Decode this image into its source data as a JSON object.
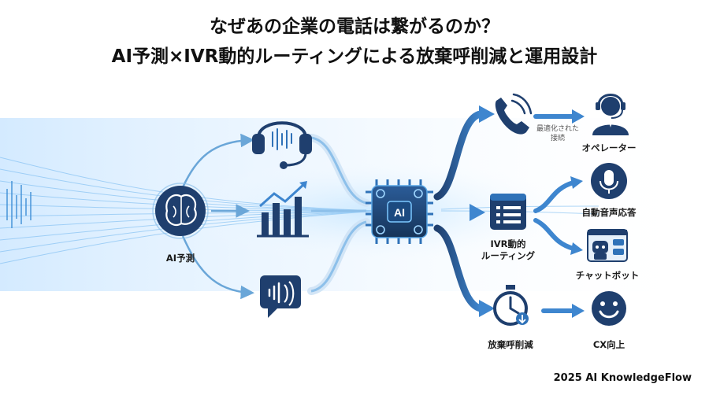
{
  "title": {
    "line1": "なぜあの企業の電話は繋がるのか？",
    "line2": "AI予測×IVR動的ルーティングによる放棄呼削減と運用設計"
  },
  "nodes": {
    "ai_predict": "AI予測",
    "ai_chip": "AI",
    "ivr_line1": "IVR動的",
    "ivr_line2": "ルーティング",
    "optimized_line1": "最適化された",
    "optimized_line2": "接続",
    "operator": "オペレーター",
    "auto_voice": "自動音声応答",
    "chatbot": "チャットボット",
    "abandon": "放棄呼削減",
    "cx": "CX向上"
  },
  "icons": {
    "brain": "brain-icon",
    "headset": "headset-icon",
    "chart": "bar-chart-icon",
    "voice": "voice-bubble-icon",
    "chip": "ai-chip-icon",
    "phone": "phone-icon",
    "operator": "operator-icon",
    "menu": "ivr-menu-icon",
    "mic": "microphone-icon",
    "bot": "chatbot-icon",
    "timer": "stopwatch-icon",
    "smile": "smile-icon"
  },
  "colors": {
    "navy": "#1f3f6e",
    "blue": "#2f72b8",
    "light_blue": "#5aa7e6",
    "glow": "#7cc8ff"
  },
  "footer": "2025 AI KnowledgeFlow"
}
